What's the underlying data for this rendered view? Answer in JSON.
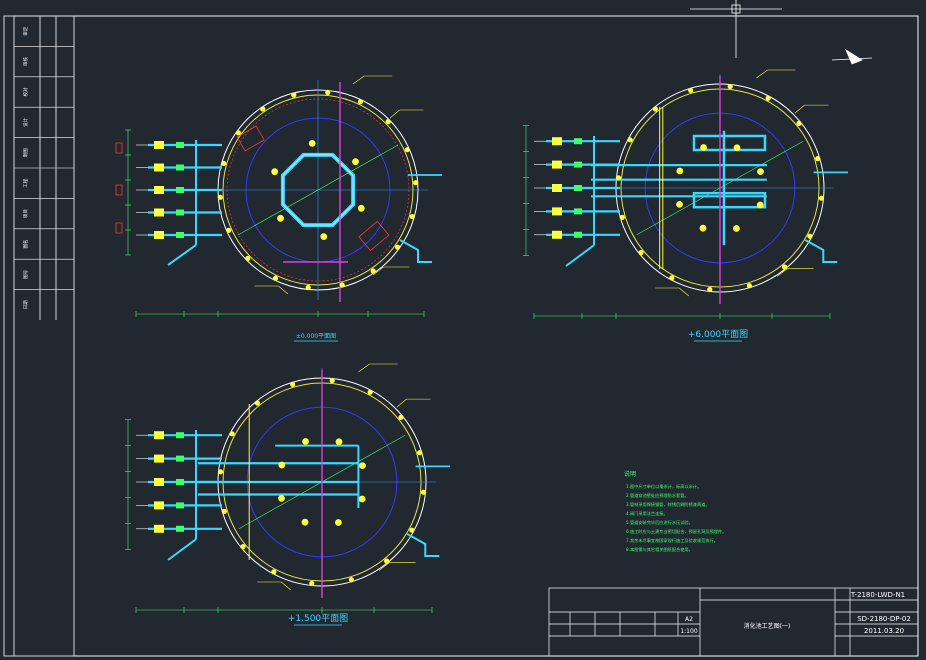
{
  "colors": {
    "background": "#212830",
    "frame": "#ffffff",
    "wall_outer": "#ffffff",
    "wall_inner": "#e6e64a",
    "inner_ring": "#3838ff",
    "axis": "#2aa0ff",
    "pipe_cyan": "#38d8ff",
    "pipe_green": "#3cff6a",
    "pipe_magenta": "#e040e0",
    "equipment_yellow": "#ffff3a",
    "dimension": "#3cff6a",
    "annotation_red": "#ff3838",
    "title_cyan": "#38d8ff"
  },
  "plans": [
    {
      "caption": "±0.000平面图"
    },
    {
      "caption": "+6.000平面图"
    },
    {
      "caption": "+1.500平面图"
    }
  ],
  "notes": {
    "heading": "说明",
    "lines": [
      "1.图中尺寸单位以毫米计，标高以米计。",
      "2.管道穿池壁处应预埋防水套管。",
      "3.管材采用焊接钢管，除锈后刷防锈漆两道。",
      "4.阀门采用法兰连接。",
      "5.管道安装完毕后应进行水压试验。",
      "6.施工时应与土建专业密切配合，预留孔洞及预埋件。",
      "7.其余未尽事宜按国家现行施工及验收规范执行。",
      "8.本图需与其它相关图纸配合使用。"
    ]
  },
  "title_block": {
    "drawing_no": "T-2180-LWD-N1",
    "design_no": "SD-2180-DP-02",
    "date": "2011.03.20",
    "paper_size": "A2",
    "scale": "1:100",
    "drawing_title": "消化池工艺图(一)"
  },
  "side_strip": {
    "labels": [
      "审定",
      "审核",
      "校对",
      "设计",
      "制图",
      "工程",
      "项目",
      "图名",
      "图号",
      "日期"
    ]
  }
}
